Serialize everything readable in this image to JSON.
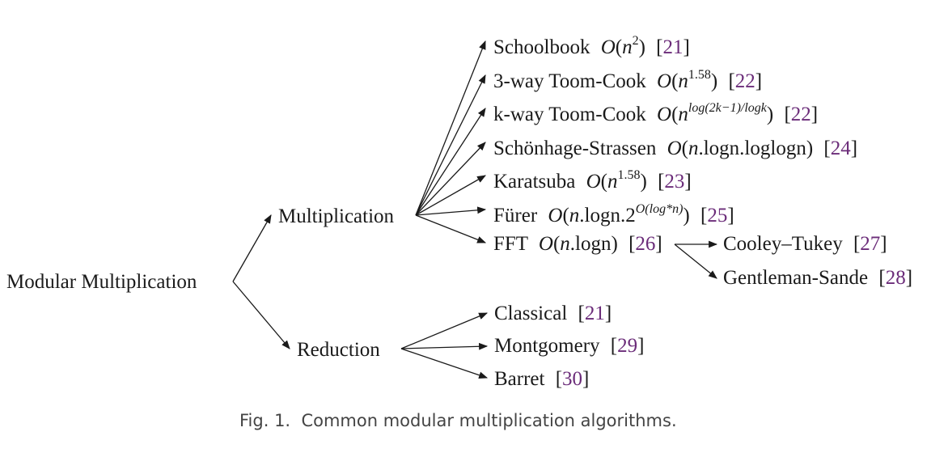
{
  "root": {
    "label": "Modular Multiplication"
  },
  "branches": {
    "multiplication": {
      "label": "Multiplication"
    },
    "reduction": {
      "label": "Reduction"
    }
  },
  "multiplication_methods": [
    {
      "name": "Schoolbook",
      "big_o": "O",
      "open": "(",
      "base": "n",
      "exp": "2",
      "tail": ")",
      "ref_open": "[",
      "ref": "21",
      "ref_close": "]"
    },
    {
      "name": "3-way Toom-Cook",
      "big_o": "O",
      "open": "(",
      "base": "n",
      "exp": "1.58",
      "tail": ")",
      "ref_open": "[",
      "ref": "22",
      "ref_close": "]"
    },
    {
      "name": "k-way Toom-Cook",
      "big_o": "O",
      "open": "(",
      "base": "n",
      "exp": "log(2k−1)/logk",
      "tail": ")",
      "ref_open": "[",
      "ref": "22",
      "ref_close": "]"
    },
    {
      "name": "Schönhage-Strassen",
      "big_o": "O",
      "open": "(",
      "base": "n",
      "mid": ".logn.loglogn",
      "tail": ")",
      "ref_open": "[",
      "ref": "24",
      "ref_close": "]"
    },
    {
      "name": "Karatsuba",
      "big_o": "O",
      "open": "(",
      "base": "n",
      "exp": "1.58",
      "tail": ")",
      "ref_open": "[",
      "ref": "23",
      "ref_close": "]"
    },
    {
      "name": "Fürer",
      "big_o": "O",
      "open": "(",
      "base": "n",
      "mid": ".logn.2",
      "exp": "O(log*n)",
      "tail": ")",
      "ref_open": "[",
      "ref": "25",
      "ref_close": "]"
    },
    {
      "name": "FFT",
      "big_o": "O",
      "open": "(",
      "base": "n",
      "mid": ".logn",
      "tail": ")",
      "ref_open": "[",
      "ref": "26",
      "ref_close": "]"
    }
  ],
  "fft_variants": [
    {
      "name": "Cooley–Tukey",
      "ref_open": "[",
      "ref": "27",
      "ref_close": "]"
    },
    {
      "name": "Gentleman-Sande",
      "ref_open": "[",
      "ref": "28",
      "ref_close": "]"
    }
  ],
  "reduction_methods": [
    {
      "name": "Classical",
      "ref_open": "[",
      "ref": "21",
      "ref_close": "]"
    },
    {
      "name": "Montgomery",
      "ref_open": "[",
      "ref": "29",
      "ref_close": "]"
    },
    {
      "name": "Barret",
      "ref_open": "[",
      "ref": "30",
      "ref_close": "]"
    }
  ],
  "caption": "Fig. 1.  Common modular multiplication algorithms.",
  "colors": {
    "text": "#1a1a1a",
    "reference": "#6b2c79",
    "caption": "#444444"
  }
}
